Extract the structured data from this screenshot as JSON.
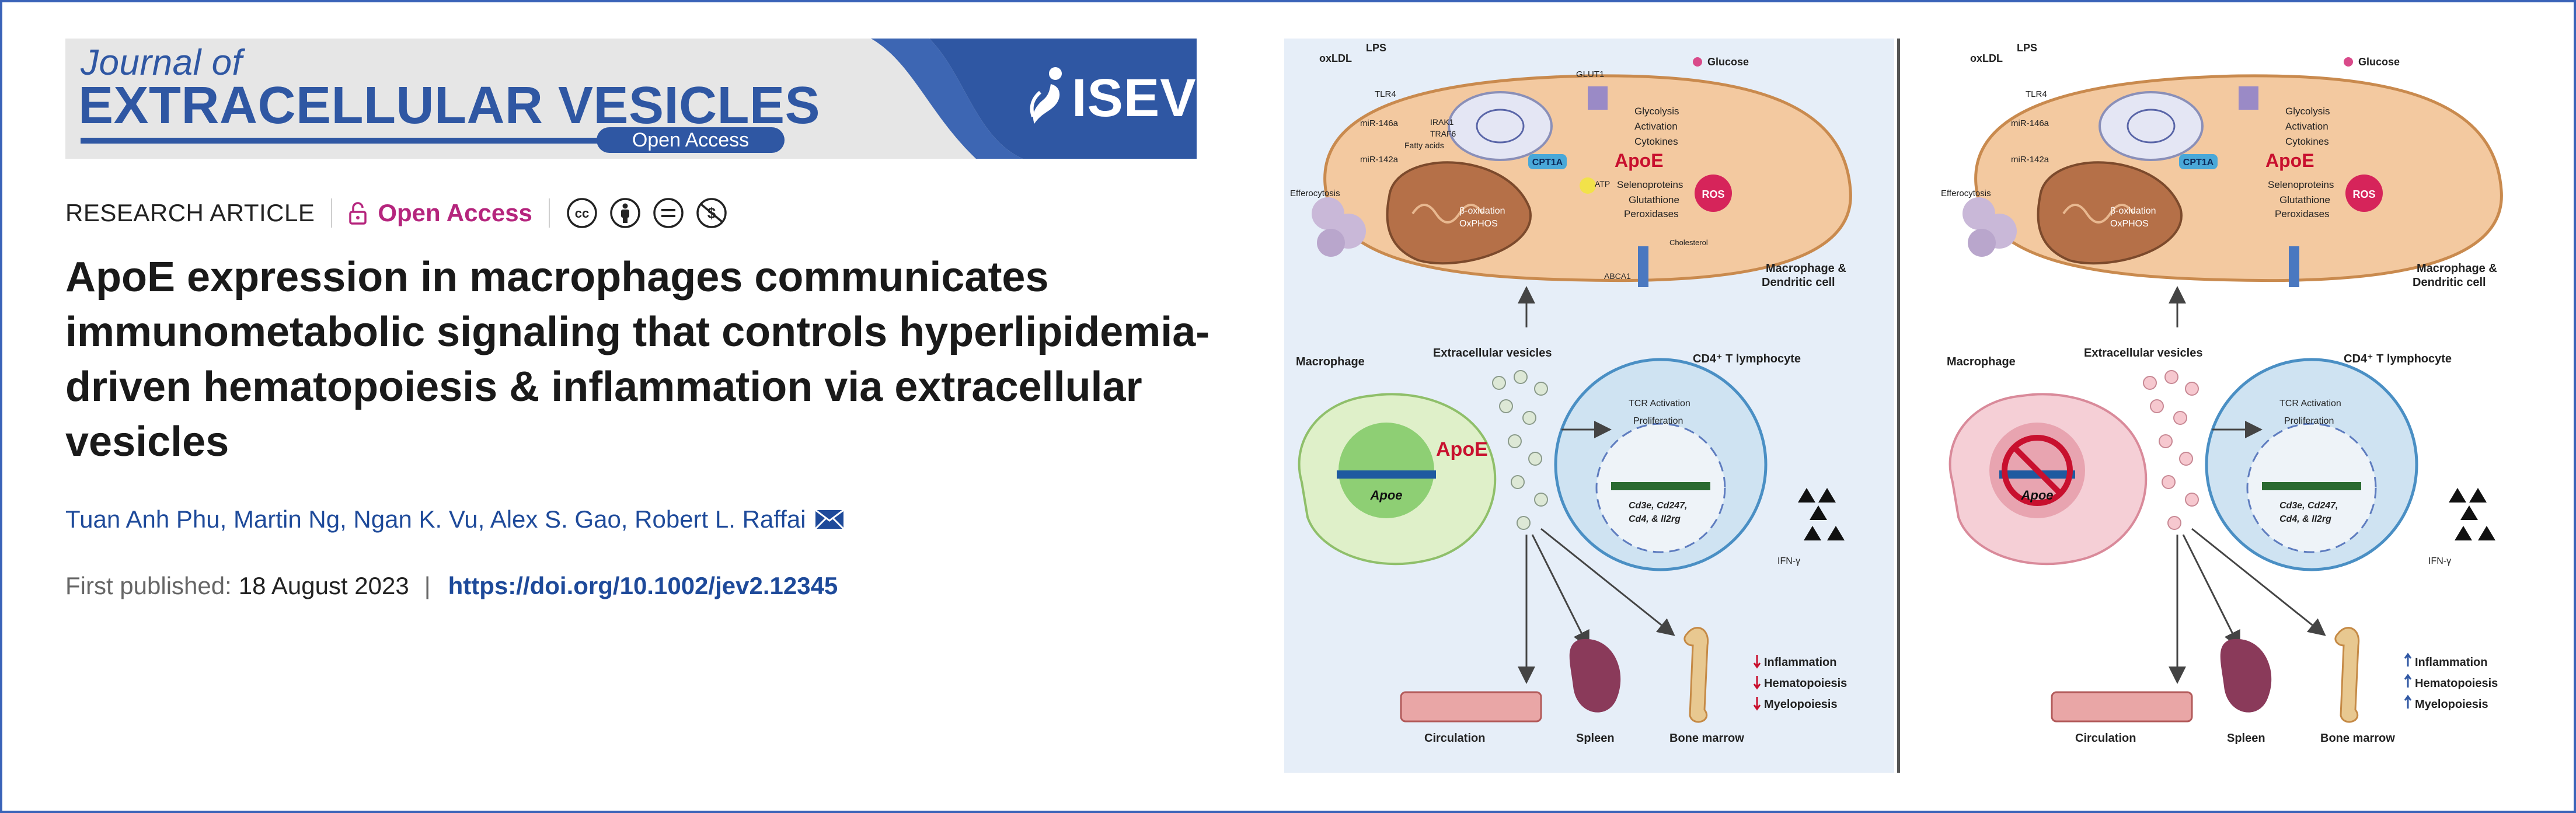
{
  "banner": {
    "journal_line1": "Journal of",
    "journal_line2": "EXTRACELLULAR VESICLES",
    "open_access_pill": "Open Access",
    "society_logo": "ISEV",
    "colors": {
      "brand_blue": "#2f57a3",
      "banner_gray": "#e6e6e6"
    }
  },
  "article": {
    "type": "RESEARCH ARTICLE",
    "access": "Open Access",
    "access_color": "#b5257d",
    "license_icons": [
      "cc-icon",
      "by-attribution-icon",
      "nd-no-derivatives-icon",
      "nc-non-commercial-icon"
    ],
    "title": "ApoE expression in macrophages communicates immunometabolic signaling that controls hyperlipidemia-driven hematopoiesis & inflammation via extracellular vesicles",
    "authors": [
      "Tuan Anh Phu",
      "Martin Ng",
      "Ngan K. Vu",
      "Alex S. Gao",
      "Robert L. Raffai"
    ],
    "first_published_label": "First published:",
    "first_published_date": "18 August 2023",
    "doi": "https://doi.org/10.1002/jev2.12345"
  },
  "abstract_figure": {
    "left": {
      "ox_ldl": "oxLDL",
      "lps": "LPS",
      "tlr4": "TLR4",
      "glut1": "GLUT1",
      "glucose": "Glucose",
      "mir146a": "miR-146a",
      "mir142a": "miR-142a",
      "irak1": "IRAK1",
      "traf6": "TRAF6",
      "fatty_acids": "Fatty acids",
      "cpt1a": "CPT1A",
      "atp": "ATP",
      "apoe": "ApoE",
      "glycolysis": "Glycolysis",
      "activation": "Activation",
      "cytokines": "Cytokines",
      "selenoproteins": "Selenoproteins",
      "glutathione": "Glutathione",
      "peroxidases": "Peroxidases",
      "ros": "ROS",
      "efferocytosis": "Efferocytosis",
      "beta_oxidation": "β-oxidation",
      "oxphos": "OxPHOS",
      "cholesterol": "Cholesterol",
      "abca1": "ABCA1",
      "mac_dc": "Macrophage &",
      "mac_dc2": "Dendritic cell",
      "macrophage": "Macrophage",
      "ev": "Extracellular vesicles",
      "tcell": "CD4⁺ T lymphocyte",
      "tcr": "TCR Activation",
      "prolif": "Proliferation",
      "genes1": "Cd3e, Cd247,",
      "genes2": "Cd4, & Il2rg",
      "ifn": "IFN-γ",
      "apoe_gene": "Apoe",
      "apoe_ev": "ApoE",
      "inflammation": "Inflammation",
      "hematopoiesis": "Hematopoiesis",
      "myelopoiesis": "Myelopoiesis",
      "circulation": "Circulation",
      "spleen": "Spleen",
      "bone_marrow": "Bone marrow"
    },
    "colors": {
      "panel_bg_left": "#e6eef8",
      "cell_orange": "#f3c9a0",
      "macrophage_green": "#dff0c9",
      "macrophage_pink": "#f5cfd6",
      "tcell_blue": "#cfe3f2",
      "up_arrow_blue": "#2f57a3",
      "down_arrow_red": "#c8102e"
    }
  }
}
